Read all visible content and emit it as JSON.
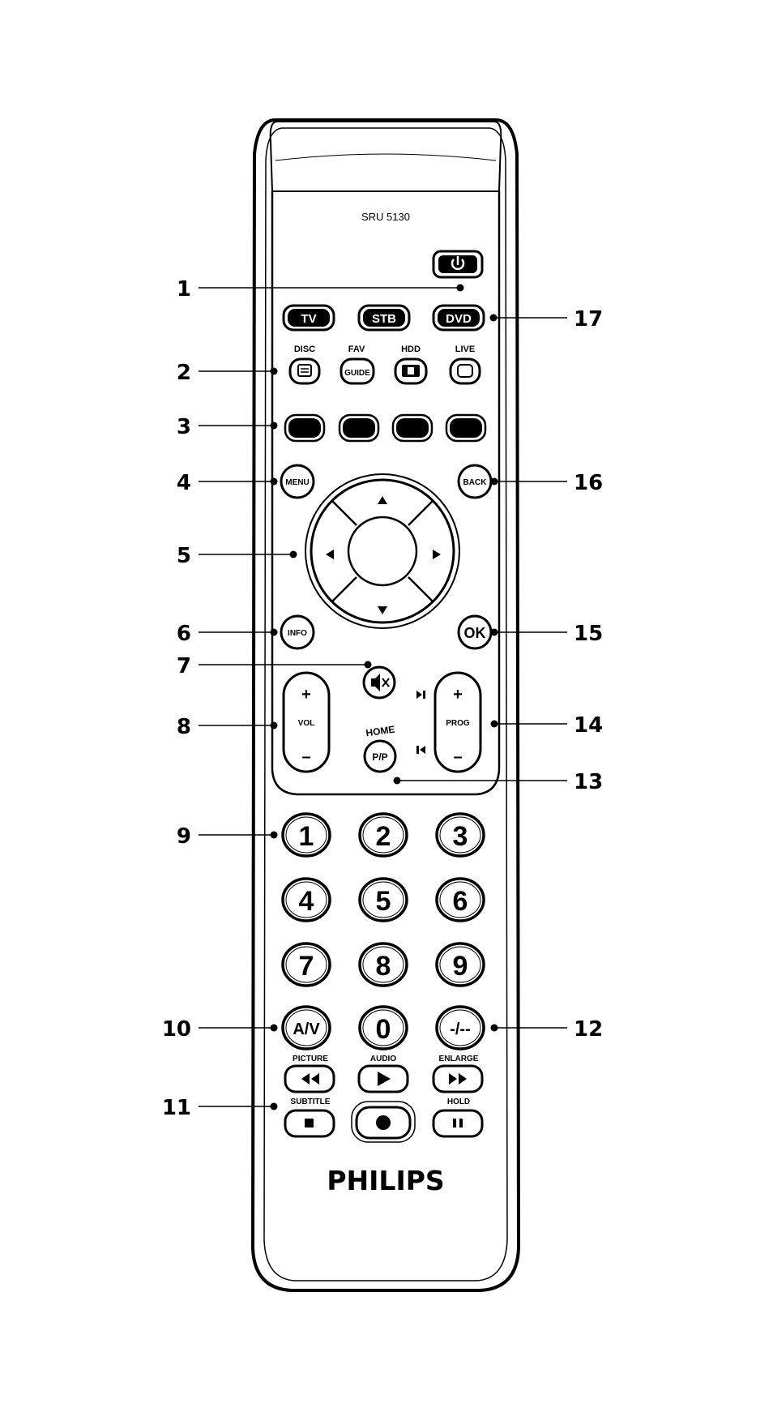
{
  "remote": {
    "model": "SRU 5130",
    "brand": "PHILIPS",
    "source_buttons": [
      "TV",
      "STB",
      "DVD"
    ],
    "labels_top": [
      "DISC",
      "FAV",
      "HDD",
      "LIVE"
    ],
    "guide_label": "GUIDE",
    "menu": "MENU",
    "back": "BACK",
    "info": "INFO",
    "ok": "OK",
    "vol": "VOL",
    "prog": "PROG",
    "home": "HOME",
    "pp": "P/P",
    "plus": "+",
    "minus": "–",
    "digits": [
      "1",
      "2",
      "3",
      "4",
      "5",
      "6",
      "7",
      "8",
      "9"
    ],
    "zero": "0",
    "av": "A/V",
    "dash": "-/--",
    "transport_labels": [
      "PICTURE",
      "AUDIO",
      "ENLARGE"
    ],
    "lower_labels": [
      "SUBTITLE",
      "HOLD"
    ]
  },
  "callouts_left": [
    "1",
    "2",
    "3",
    "4",
    "5",
    "6",
    "7",
    "8",
    "9",
    "10",
    "11"
  ],
  "callouts_right": [
    "17",
    "16",
    "15",
    "14",
    "13",
    "12"
  ]
}
